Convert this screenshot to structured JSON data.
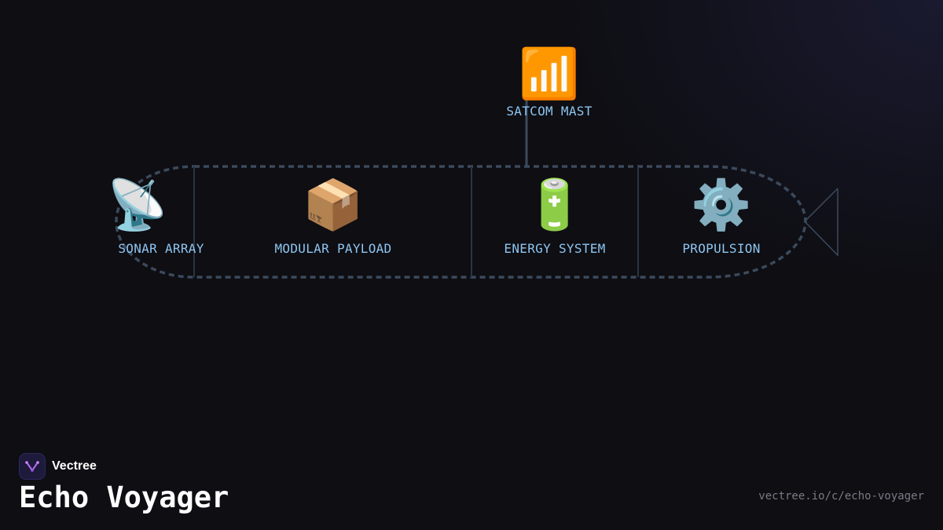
{
  "brand": {
    "name": "Vectree",
    "logo_icon": "vectree-logo-icon",
    "accent_color": "#b36ee8"
  },
  "title": "Echo Voyager",
  "url": "vectree.io/c/echo-voyager",
  "colors": {
    "background": "#0e0e13",
    "hull_outline": "#3b4a5c",
    "label": "#8ec5f0"
  },
  "modules": [
    {
      "id": "sonar-array",
      "label": "SONAR ARRAY",
      "icon": "satellite-dish-icon",
      "emoji": "📡"
    },
    {
      "id": "modular-payload",
      "label": "MODULAR PAYLOAD",
      "icon": "package-icon",
      "emoji": "📦"
    },
    {
      "id": "energy-system",
      "label": "ENERGY SYSTEM",
      "icon": "battery-icon",
      "emoji": "🔋"
    },
    {
      "id": "propulsion",
      "label": "PROPULSION",
      "icon": "gear-icon",
      "emoji": "⚙️"
    }
  ],
  "mast": {
    "label": "SATCOM MAST",
    "icon": "signal-bars-icon",
    "emoji": "📶"
  }
}
